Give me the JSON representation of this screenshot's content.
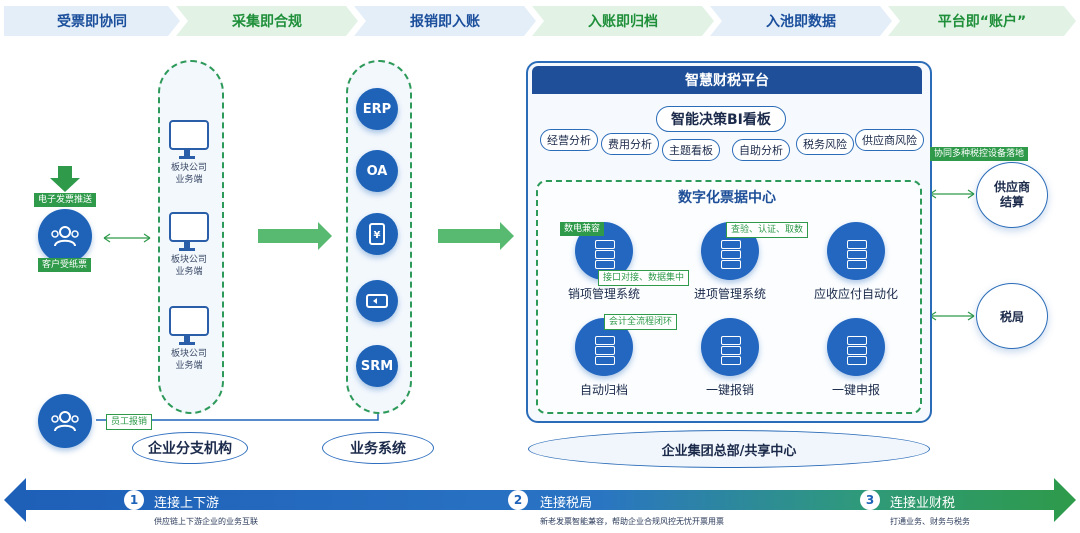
{
  "stages": [
    "受票即协同",
    "采集即合规",
    "报销即入账",
    "入账即归档",
    "入池即数据",
    "平台即“账户”"
  ],
  "left": {
    "push_tag": "电子发票推送",
    "customer_tag": "客户受纸票",
    "employee_tag": "员工报销",
    "branch_label": "企业分支机构",
    "unit_line1": "板块公司",
    "unit_line2": "业务端"
  },
  "systems": {
    "label": "业务系统",
    "erp": "ERP",
    "oa": "OA",
    "srm": "SRM"
  },
  "platform": {
    "title": "智慧财税平台",
    "bi_title": "智能决策BI看板",
    "bi_items": [
      "经营分析",
      "费用分析",
      "主题看板",
      "自助分析",
      "税务风险",
      "供应商风险"
    ],
    "center_title": "数字化票据中心",
    "modules": [
      "销项管理系统",
      "进项管理系统",
      "应收应付自动化",
      "自动归档",
      "一键报销",
      "一键申报"
    ],
    "tags": {
      "digital": "数电兼容",
      "interface": "接口对接、数据集中",
      "verify": "查验、认证、取数",
      "accounting": "会计全流程闭环"
    },
    "base_label": "企业集团总部/共享中心"
  },
  "right": {
    "coop_tag": "协同多种税控设备落地",
    "supplier": "供应商结算",
    "tax": "税局"
  },
  "bottom": {
    "steps": [
      {
        "num": "1",
        "title": "连接上下游",
        "sub": "供应链上下游企业的业务互联"
      },
      {
        "num": "2",
        "title": "连接税局",
        "sub": "新老发票智能兼容，帮助企业合规风控无忧开票用票"
      },
      {
        "num": "3",
        "title": "连接业财税",
        "sub": "打通业务、财务与税务"
      }
    ]
  },
  "colors": {
    "blue": "#1e63b8",
    "green": "#2e9a4a",
    "navy": "#1e4f98"
  }
}
